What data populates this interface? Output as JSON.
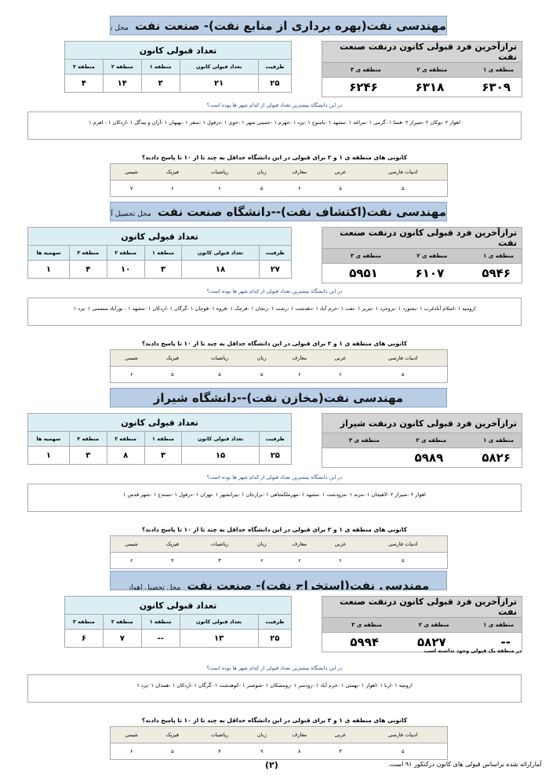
{
  "sections": [
    {
      "title": "مهندسی نفت(بهره برداری از منابع نفت)- صنعت نفت",
      "location": "محل تحصیل اهواز",
      "right_table": {
        "header": "ترازآخرین فرد قبولی کانون درنفت صنعت نفت",
        "cols": [
          "منطقه ی ۱",
          "منطقه ی ۲",
          "منطقه ی ۳"
        ],
        "values": [
          "۶۳۰۹",
          "۶۳۱۸",
          "۶۲۴۶"
        ]
      },
      "left_table": {
        "header": "تعداد قبولی کانون",
        "cols": [
          "ظرفیت",
          "تعداد قبولی کانون",
          "منطقه ۱",
          "منطقه ۲",
          "منطقه ۳"
        ],
        "values": [
          "۲۵",
          "۲۱",
          "۳",
          "۱۴",
          "۴"
        ]
      },
      "cities_question": "در این دانشگاه بیشترین تعداد قبولی از کدام شهر ها بوده است؟",
      "cities": "اهواز ۲ -بوکان ۲ -شیراز ۲ -فسا ۱ -گرمی ۱ -مراغه ۱ -مشهد ۱ -یاسوج ۱ -یزد ۱ -جهرم ۱ -خمینی شهر ۱ -خوی ۱ -دزفول ۱ -سقز ۱ -بهبهان ۱ -آران و بیدگل ۱ -اردکان ۱ - اهرم ۱",
      "score_question": "کانونی های منطقه ی ۱ و ۲ برای قبولی در این دانشگاه حداقل به چند تا از ۱۰ تا پاسخ دادند؟",
      "score_table": {
        "cols": [
          "ادبیات فارسی",
          "عربی",
          "معارف",
          "زبان",
          "ریاضیات",
          "فیزیک",
          "شیمی"
        ],
        "values": [
          "۵",
          "۵",
          "۶",
          "۵",
          "۶",
          "۶",
          "۷"
        ]
      }
    },
    {
      "title": "مهندسی نفت(اکتشاف نفت)--دانشگاه صنعت نفت",
      "location": "محل تحصیل آبادان",
      "right_table": {
        "header": "ترازآخرین فرد قبولی کانون درنفت صنعت نفت",
        "cols": [
          "منطقه ی ۱",
          "منطقه ی ۲",
          "منطقه ی ۳"
        ],
        "values": [
          "۵۹۴۶",
          "۶۱۰۷",
          "۵۹۵۱"
        ]
      },
      "left_table": {
        "header": "تعداد قبولی کانون",
        "cols": [
          "ظرفیت",
          "تعداد قبولی کانون",
          "منطقه ۱",
          "منطقه ۲",
          "منطقه ۳",
          "سهمیه ها"
        ],
        "values": [
          "۲۷",
          "۱۸",
          "۳",
          "۱۰",
          "۴",
          "۱"
        ]
      },
      "cities_question": "در این دانشگاه بیشترین تعداد قبولی از کدام شهر ها بوده است؟",
      "cities": "ارومیه ۱ -اسلام آبادغرب ۱ -بجنورد ۱ -بروجرد ۱ -تبریز ۱ -تفت ۱ -خرم آباد ۱ -دهدشت ۱ -رشت ۱ -زنجان ۱ -فرچک ۱ -قروه ۱ -قوچان ۱ -گرگان ۱ -اردکان ۱ -مشهد ۱ - نورآباد ممسنی ۱ -یزد ۱",
      "score_question": "کانونی های منطقه ی ۱ و ۲ برای قبولی در این دانشگاه حداقل به چند تا از ۱۰ تا پاسخ دادند؟",
      "score_table": {
        "cols": [
          "ادبیات فارسی",
          "عربی",
          "معارف",
          "زبان",
          "ریاضیات",
          "فیزیک",
          "شیمی"
        ],
        "values": [
          "۵",
          "۶",
          "۶",
          "۵",
          "۵",
          "۵",
          "۶"
        ]
      }
    },
    {
      "title": "مهندسی نفت(مخازن نفت)--دانشگاه شیراز",
      "location": "",
      "right_table": {
        "header": "ترازآخرین فرد قبولی کانون درنفت شیراز",
        "cols": [
          "منطقه ی ۱",
          "منطقه ی ۲",
          "منطقه ی ۳"
        ],
        "values": [
          "۵۸۲۶",
          "۵۹۸۹",
          ""
        ]
      },
      "left_table": {
        "header": "تعداد قبولی کانون",
        "cols": [
          "ظرفیت",
          "تعداد قبولی کانون",
          "منطقه ۱",
          "منطقه ۲",
          "منطقه ۳",
          "سهمیه ها"
        ],
        "values": [
          "۲۵",
          "۱۵",
          "۳",
          "۸",
          "۳",
          "۱"
        ]
      },
      "cities_question": "در این دانشگاه بیشترین تعداد قبولی از کدام شهر ها بوده است؟",
      "cities": "اهواز ۲ -شیراز ۲ -لاهیجان ۱ -مرند ۱ -مرودشت ۱ -مشهد ۱ -مهرملکشاهی ۱ -برازجان ۱ -بیرانشهر ۱ -تهران ۱ -دزفول ۱ -سنندج ۱ -شهر قدس ۱",
      "score_question": "کانونی های منطقه ی ۱ و ۲ برای قبولی در این دانشگاه حداقل به چند تا از ۱۰ تا پاسخ دادند؟",
      "score_table": {
        "cols": [
          "ادبیات فارسی",
          "عربی",
          "معارف",
          "زبان",
          "ریاضیات",
          "فیزیک",
          "شیمی"
        ],
        "values": [
          "۵",
          "۶",
          "۶",
          "۶",
          "۳",
          "۴",
          "۶"
        ]
      }
    },
    {
      "title": "مهندسی نفت(استخراج نفت)- صنعت نفت",
      "location": "محل تحصیل اهواز",
      "right_table": {
        "header": "ترازآخرین فرد قبولی کانون درنفت صنعت نفت",
        "cols": [
          "منطقه ی ۱",
          "منطقه ی ۲",
          "منطقه ی ۳"
        ],
        "values": [
          "--",
          "۵۸۲۷",
          "۵۹۹۴"
        ]
      },
      "note": "در منطقه یک قبولی وجود نداشته است",
      "left_table": {
        "header": "تعداد قبولی کانون",
        "cols": [
          "ظرفیت",
          "تعداد قبولی کانون",
          "منطقه ۱",
          "منطقه ۲",
          "منطقه ۳"
        ],
        "values": [
          "۲۵",
          "۱۳",
          "--",
          "۷",
          "۶"
        ]
      },
      "cities_question": "در این دانشگاه بیشترین تعداد قبولی از کدام شهر ها بوده است؟",
      "cities": "ارومیه ۱ -ازنا ۱ -اهواز ۱ -بهمئی ۱ -خرم آباد ۱ -رودسر ۱ -رومشکان ۱ -شوشتر ۱ -کوهدشت ۱ -گرگان ۱ -اردکان ۱ -همدان ۱ -یزد ۱",
      "score_question": "کانونی های منطقه ی ۱ و ۲ برای قبولی در این دانشگاه حداقل به چند تا از ۱۰ تا پاسخ دادند؟",
      "score_table": {
        "cols": [
          "ادبیات فارسی",
          "عربی",
          "معارف",
          "زبان",
          "ریاضیات",
          "فیزیک",
          "شیمی"
        ],
        "values": [
          "۵",
          "۳",
          "۸",
          "۹",
          "۴",
          "۵",
          "۶"
        ]
      }
    }
  ],
  "footer": {
    "page": "(۲)",
    "note": "آمارارائه شده براساس قبولی های کانون درکنکور ۹۱ است."
  }
}
